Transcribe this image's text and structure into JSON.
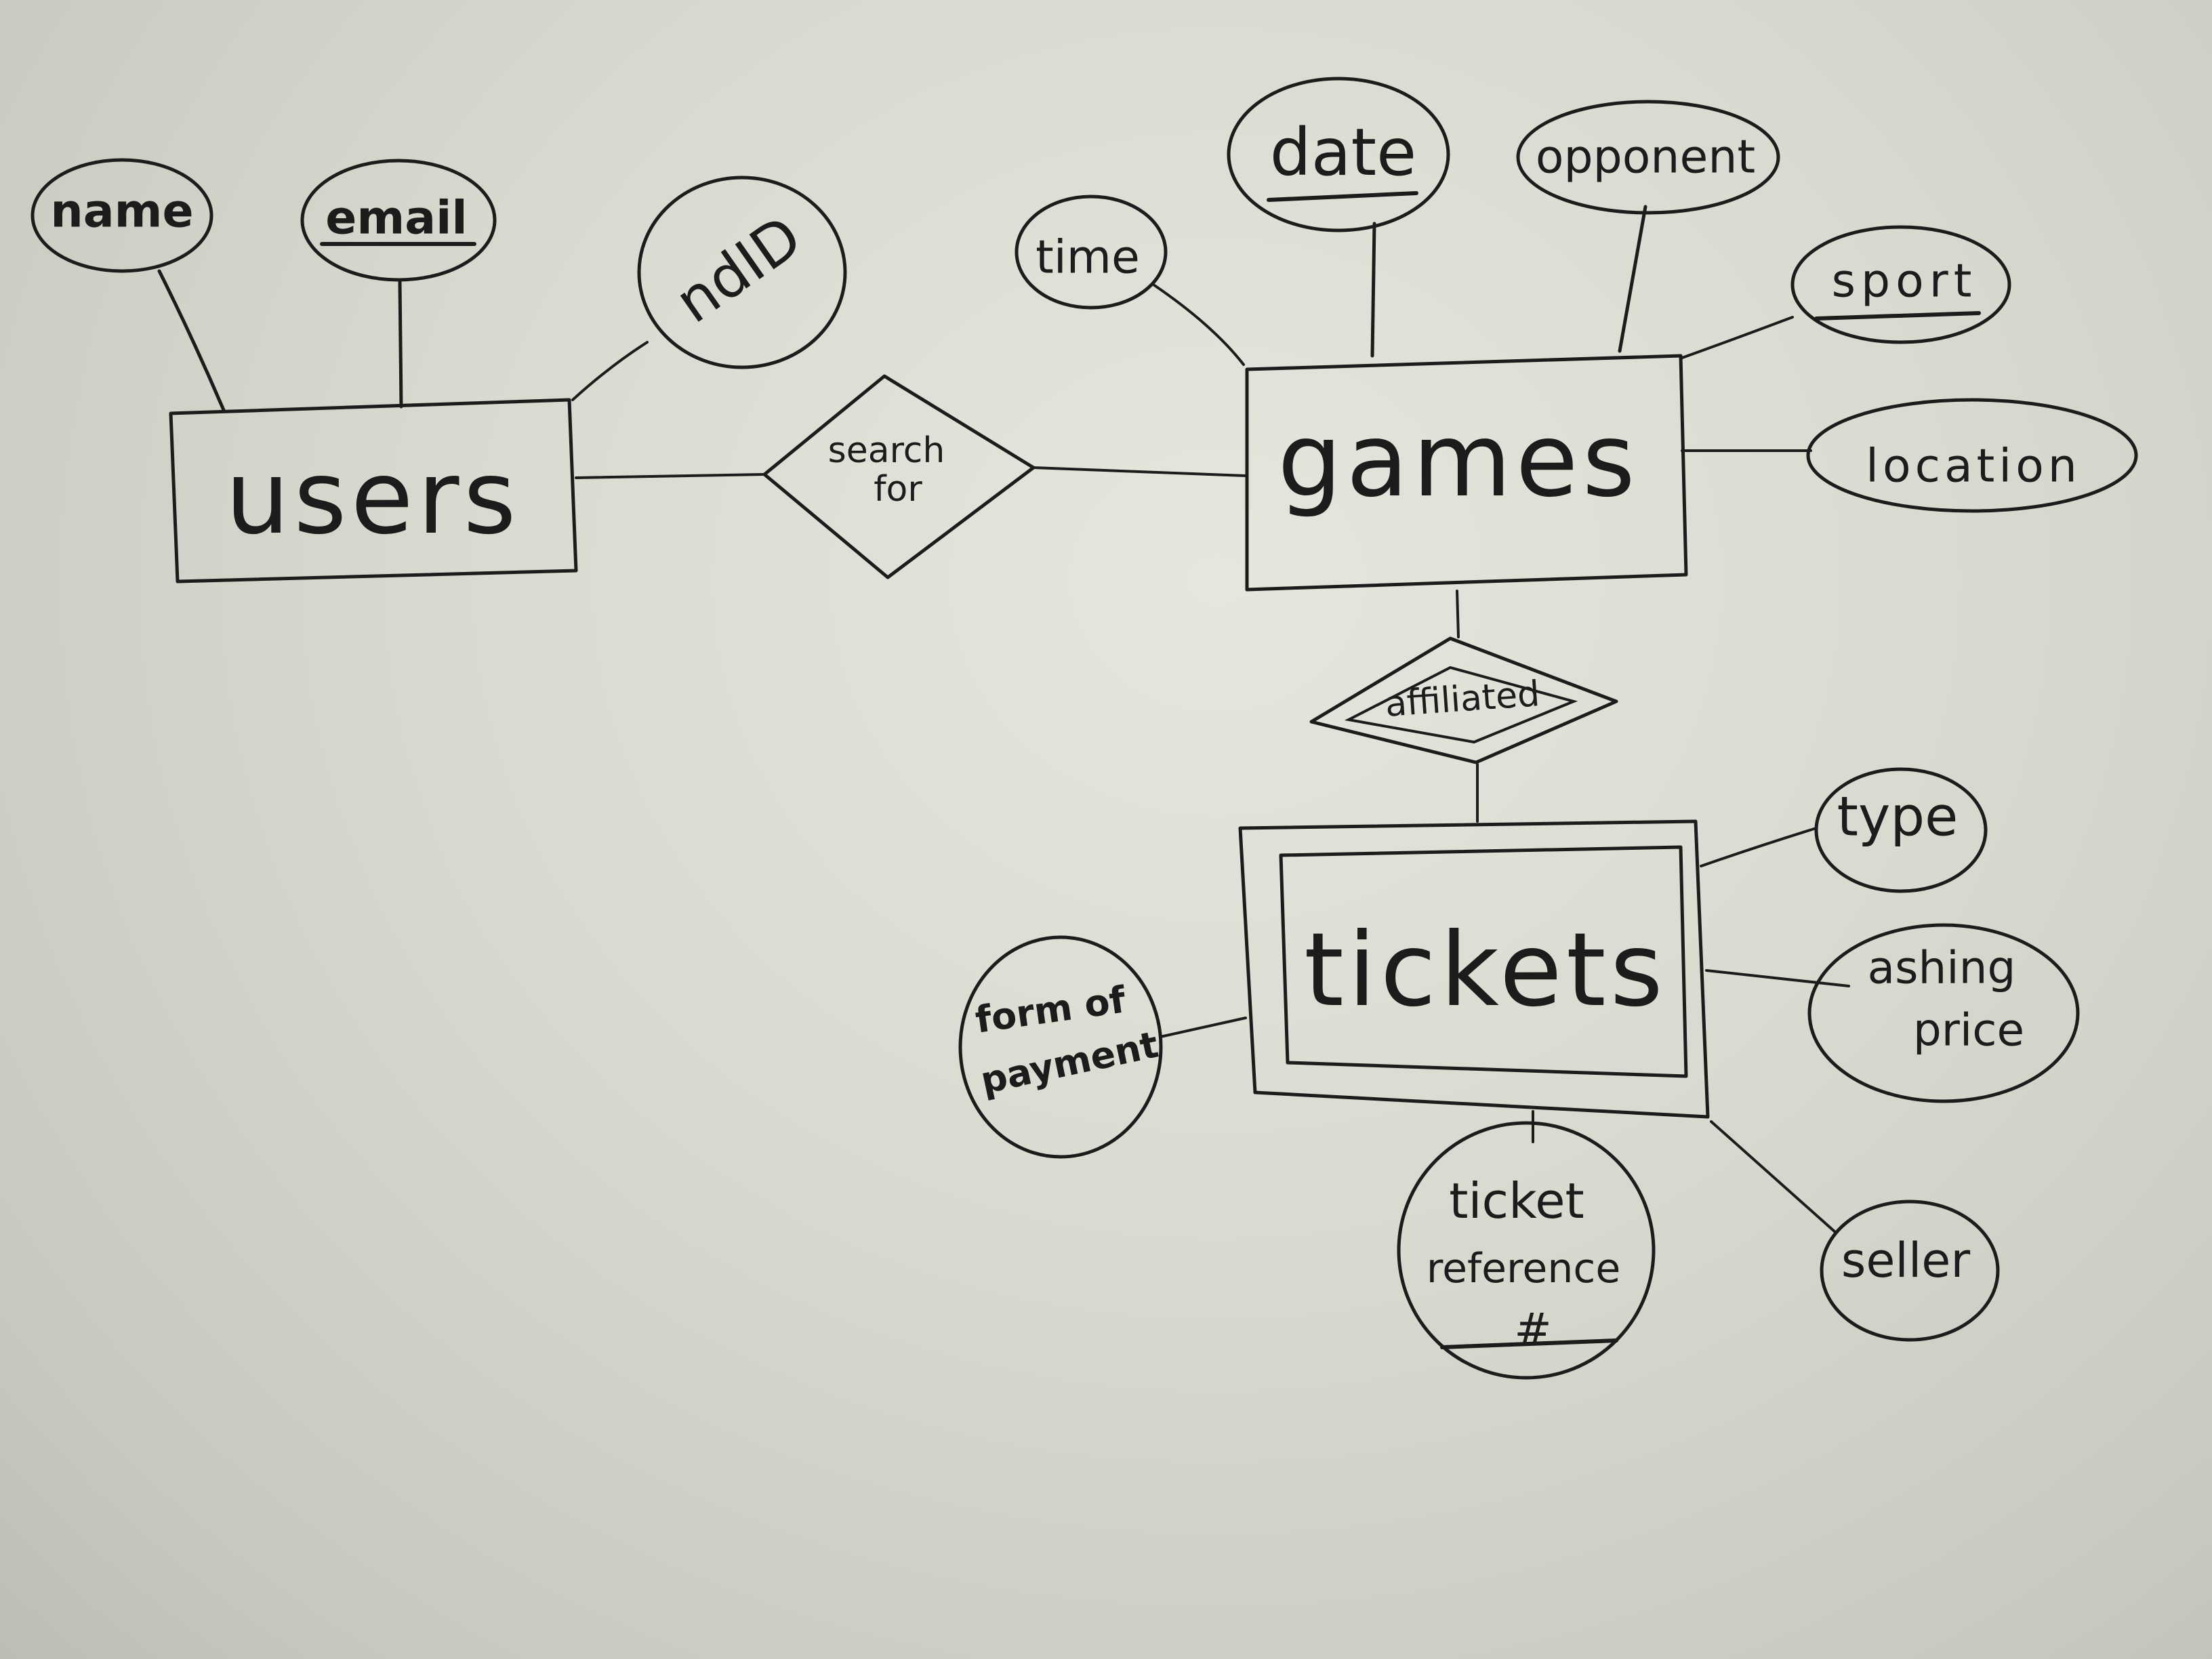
{
  "entities": {
    "users": "users",
    "games": "games",
    "tickets": "tickets"
  },
  "relationships": {
    "search_for_line1": "search",
    "search_for_line2": "for",
    "affiliated": "affiliated"
  },
  "user_attributes": {
    "name": "name",
    "email": "email",
    "ndid": "ndID"
  },
  "game_attributes": {
    "time": "time",
    "date": "date",
    "opponent": "opponent",
    "sport": "sport",
    "location": "location"
  },
  "ticket_attributes": {
    "type": "type",
    "asking_price_line1": "ashing",
    "asking_price_line2": "price",
    "seller": "seller",
    "ticket_ref_line1": "ticket",
    "ticket_ref_line2": "reference",
    "ticket_ref_line3": "#",
    "form_of_payment_line1": "form of",
    "form_of_payment_line2": "payment"
  },
  "colors": {
    "ink": "#1c1c1c",
    "board": "#d9d9d0"
  }
}
